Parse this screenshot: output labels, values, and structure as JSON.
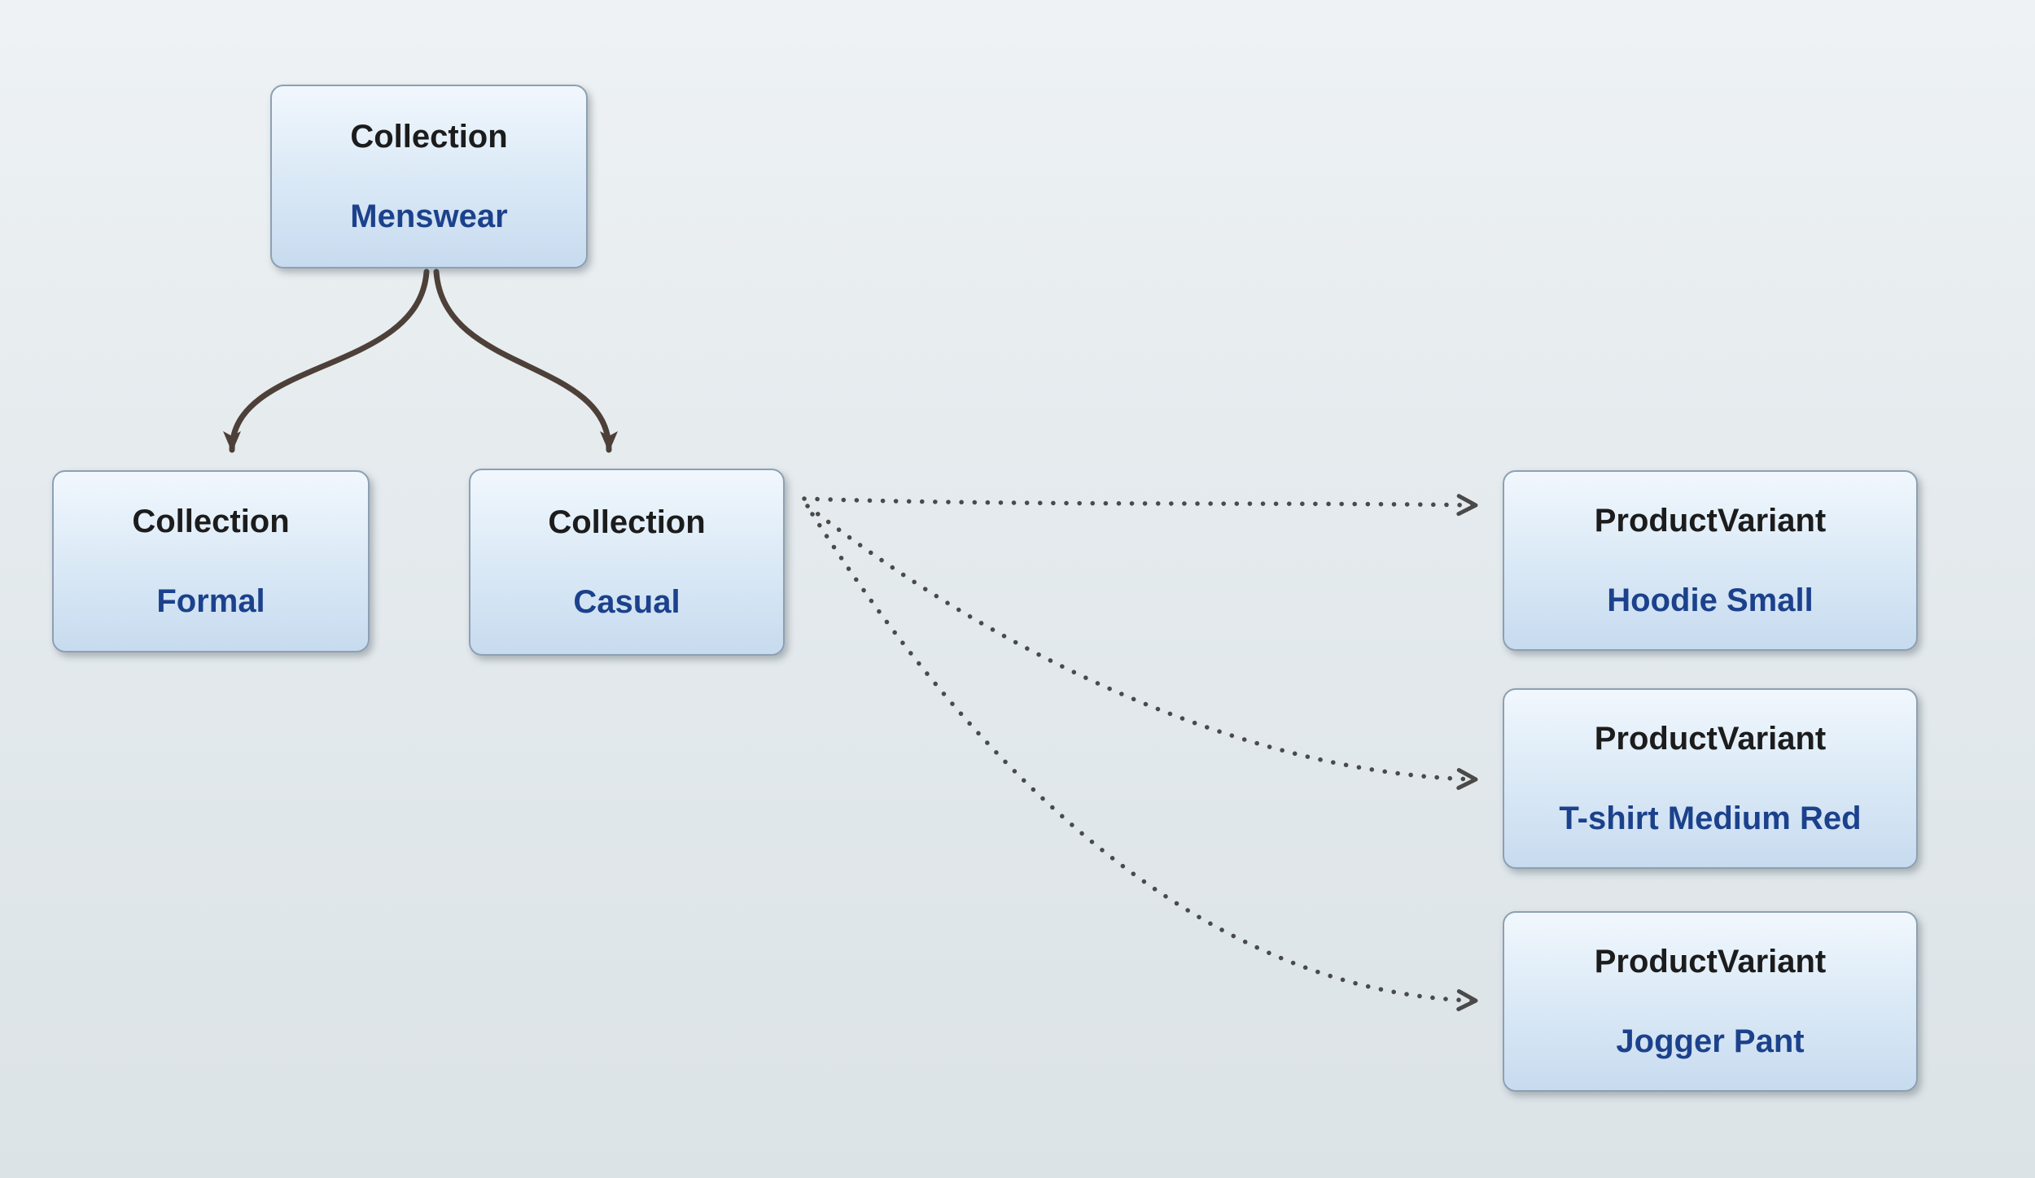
{
  "diagram": {
    "nodes": [
      {
        "id": "collection-menswear",
        "type": "Collection",
        "label": "Menswear"
      },
      {
        "id": "collection-formal",
        "type": "Collection",
        "label": "Formal"
      },
      {
        "id": "collection-casual",
        "type": "Collection",
        "label": "Casual"
      },
      {
        "id": "productvariant-hoodie-small",
        "type": "ProductVariant",
        "label": "Hoodie Small"
      },
      {
        "id": "productvariant-tshirt-medium-red",
        "type": "ProductVariant",
        "label": "T-shirt Medium Red"
      },
      {
        "id": "productvariant-jogger-pant",
        "type": "ProductVariant",
        "label": "Jogger Pant"
      }
    ],
    "edges": [
      {
        "from": "collection-menswear",
        "to": "collection-formal",
        "style": "solid-arrow"
      },
      {
        "from": "collection-menswear",
        "to": "collection-casual",
        "style": "solid-arrow"
      },
      {
        "from": "collection-casual",
        "to": "productvariant-hoodie-small",
        "style": "dotted-arrow"
      },
      {
        "from": "collection-casual",
        "to": "productvariant-tshirt-medium-red",
        "style": "dotted-arrow"
      },
      {
        "from": "collection-casual",
        "to": "productvariant-jogger-pant",
        "style": "dotted-arrow"
      }
    ],
    "colors": {
      "background_top": "#eef2f4",
      "background_bottom": "#dce3e7",
      "node_fill_top": "#f1f7fd",
      "node_fill_bottom": "#c7dbef",
      "node_border": "#8da0b2",
      "node_type_text": "#1c1c1c",
      "node_label_text": "#1c418c",
      "solid_edge": "#4d4039",
      "dotted_edge": "#4a4a4a"
    }
  }
}
